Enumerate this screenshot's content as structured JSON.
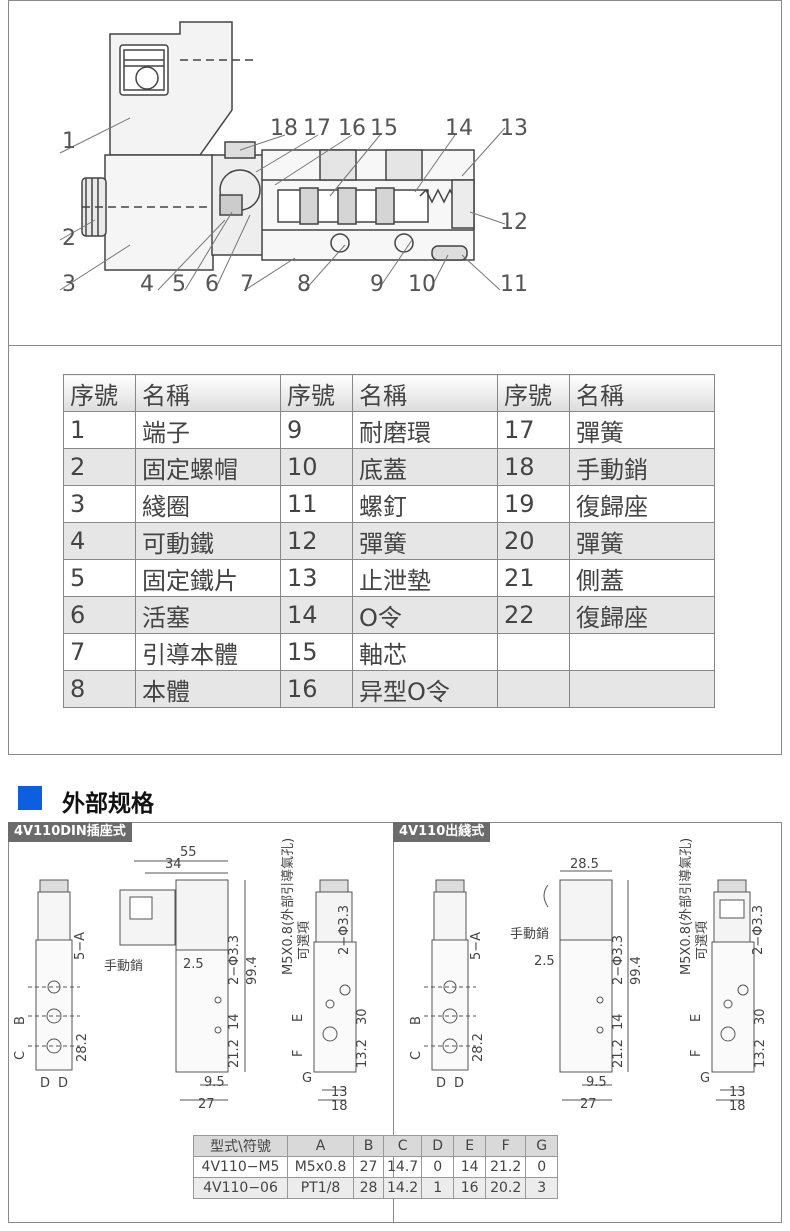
{
  "callouts": [
    "1",
    "2",
    "3",
    "4",
    "5",
    "6",
    "7",
    "8",
    "9",
    "10",
    "11",
    "12",
    "13",
    "14",
    "15",
    "16",
    "17",
    "18"
  ],
  "parts_table": {
    "header": [
      "序號",
      "名稱",
      "序號",
      "名稱",
      "序號",
      "名稱"
    ],
    "rows": [
      [
        "1",
        "端子",
        "9",
        "耐磨環",
        "17",
        "彈簧"
      ],
      [
        "2",
        "固定螺帽",
        "10",
        "底蓋",
        "18",
        "手動銷"
      ],
      [
        "3",
        "綫圈",
        "11",
        "螺釘",
        "19",
        "復歸座"
      ],
      [
        "4",
        "可動鐵",
        "12",
        "彈簧",
        "20",
        "彈簧"
      ],
      [
        "5",
        "固定鐵片",
        "13",
        "止泄墊",
        "21",
        "側蓋"
      ],
      [
        "6",
        "活塞",
        "14",
        "O令",
        "22",
        "復歸座"
      ],
      [
        "7",
        "引導本體",
        "15",
        "軸芯",
        "",
        ""
      ],
      [
        "8",
        "本體",
        "16",
        "异型O令",
        "",
        ""
      ]
    ]
  },
  "section": {
    "title": "外部规格",
    "accent": "#0e5fe0"
  },
  "tags": {
    "din": "4V110DIN插座式",
    "wire": "4V110出綫式"
  },
  "dims_din": {
    "d55": "55",
    "d34": "34",
    "d2_5": "2.5",
    "manual_pin": "手動銷",
    "d99_4": "99.4",
    "hole": "2−Φ3.3",
    "d14": "14",
    "d21_2": "21.2",
    "d9_5": "9.5",
    "d27": "27",
    "port_note": "M5X0.8(外部引導氣孔)",
    "optional": "可選項",
    "d30": "30",
    "d13_2": "13.2",
    "d13": "13",
    "d18": "18",
    "a": "5−A",
    "b": "B",
    "c": "C",
    "d1": "D",
    "d2": "D",
    "e": "E",
    "f": "F",
    "g": "G",
    "d28_2": "28.2"
  },
  "dims_wire": {
    "d28_5": "28.5",
    "manual_pin": "手動銷",
    "d2_5": "2.5",
    "d99_4": "99.4",
    "hole": "2−Φ3.3",
    "d14": "14",
    "d21_2": "21.2",
    "d9_5": "9.5",
    "d27": "27",
    "port_note": "M5X0.8(外部引導氣孔)",
    "optional": "可選項",
    "d30": "30",
    "d13_2": "13.2",
    "d13": "13",
    "d18": "18",
    "a": "5−A",
    "b": "B",
    "c": "C",
    "d1": "D",
    "d2": "D",
    "e": "E",
    "f": "F",
    "g": "G",
    "d28_2": "28.2"
  },
  "model_table": {
    "header": [
      "型式\\符號",
      "A",
      "B",
      "C",
      "D",
      "E",
      "F",
      "G"
    ],
    "rows": [
      [
        "4V110−M5",
        "M5x0.8",
        "27",
        "14.7",
        "0",
        "14",
        "21.2",
        "0"
      ],
      [
        "4V110−06",
        "PT1/8",
        "28",
        "14.2",
        "1",
        "16",
        "20.2",
        "3"
      ]
    ]
  }
}
